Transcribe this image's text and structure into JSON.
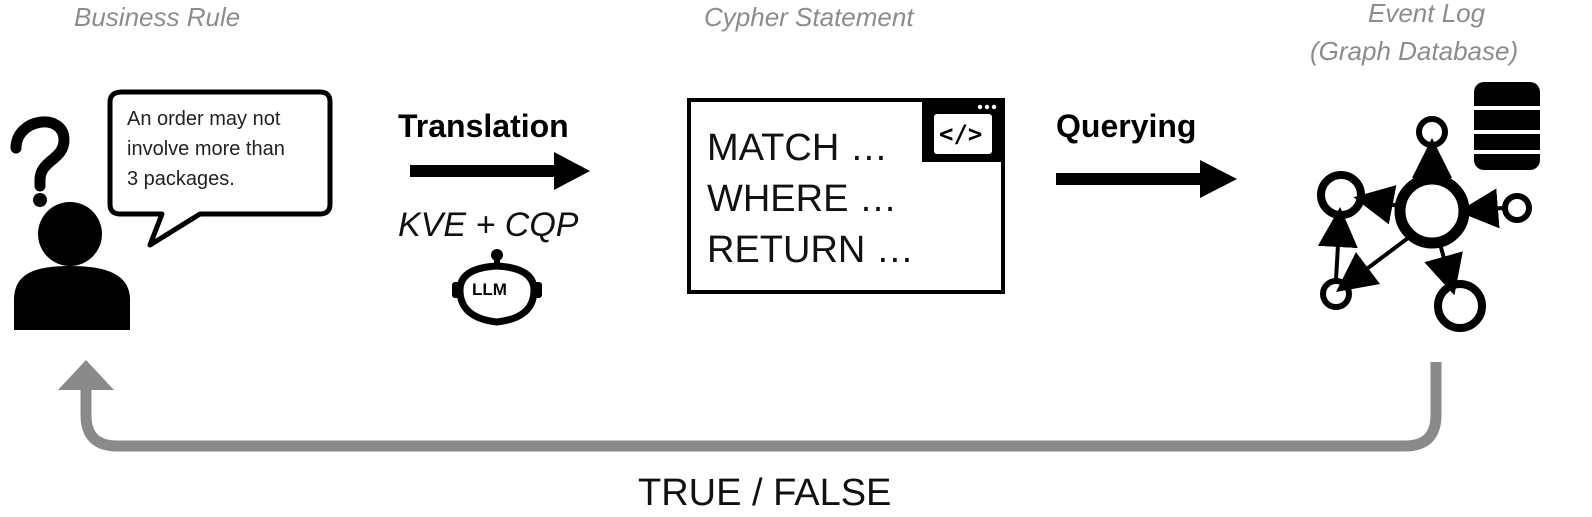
{
  "captions": {
    "business_rule": "Business Rule",
    "cypher_statement": "Cypher Statement",
    "event_log_line1": "Event Log",
    "event_log_line2": "(Graph Database)"
  },
  "speech_bubble": {
    "text": "An order may not\ninvolve more than\n3 packages."
  },
  "translation": {
    "label": "Translation",
    "method": "KVE + CQP",
    "llm_badge": "LLM"
  },
  "cypher": {
    "lines": [
      "MATCH …",
      "WHERE …",
      "RETURN …"
    ],
    "code_icon": "</>"
  },
  "querying": {
    "label": "Querying"
  },
  "result": {
    "label": "TRUE / FALSE"
  },
  "icons": {
    "user": "person-question-icon",
    "database": "database-icon",
    "graph": "graph-network-icon",
    "robot": "robot-llm-icon",
    "code": "code-window-icon"
  },
  "colors": {
    "caption": "#8c8c8c",
    "feedback_arrow": "#8a8a8a",
    "ink": "#000000"
  }
}
